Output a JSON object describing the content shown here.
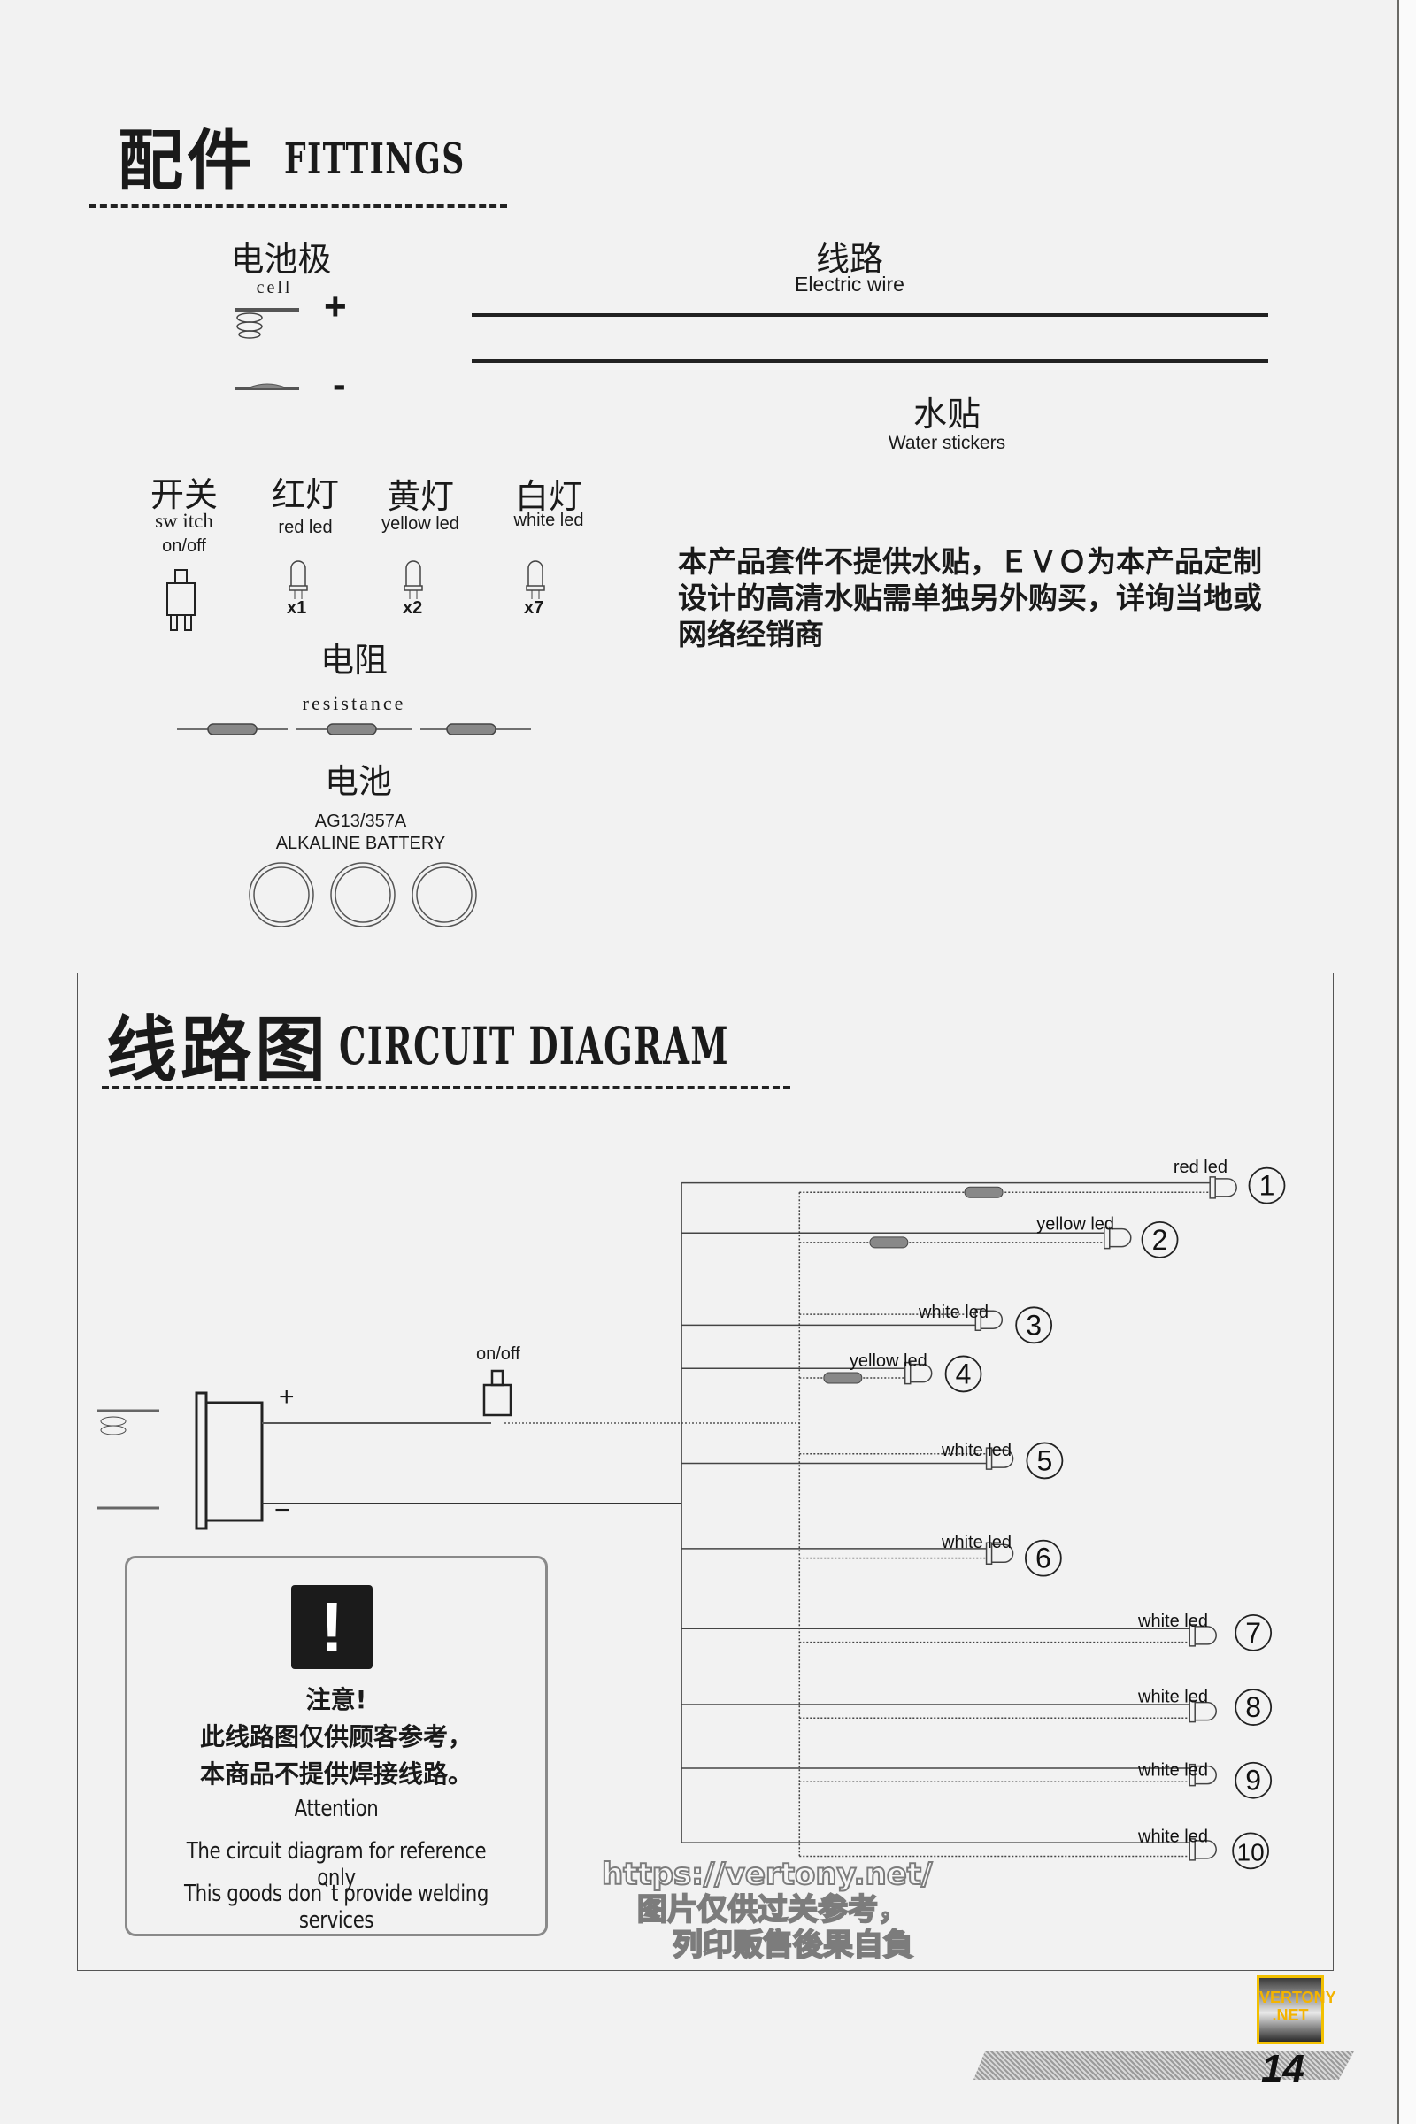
{
  "fittings": {
    "title_cn": "配件",
    "title_en": "FITTINGS",
    "cell": {
      "cn": "电池极",
      "en": "cell",
      "plus": "+",
      "minus": "-"
    },
    "wire": {
      "cn": "线路",
      "en": "Electric wire"
    },
    "stickers": {
      "cn": "水贴",
      "en": "Water stickers"
    },
    "parts": [
      {
        "cn": "开关",
        "en": "sw itch",
        "en2": "on/off"
      },
      {
        "cn": "红灯",
        "en": "red led",
        "qty": "x1"
      },
      {
        "cn": "黄灯",
        "en": "yellow led",
        "qty": "x2"
      },
      {
        "cn": "白灯",
        "en": "white led",
        "qty": "x7"
      }
    ],
    "resistance": {
      "cn": "电阻",
      "en": "resistance"
    },
    "battery": {
      "cn": "电池",
      "model": "AG13/357A",
      "type": "ALKALINE BATTERY"
    },
    "notice": [
      "本产品套件不提供水贴，ＥＶＯ为本产品定制",
      "设计的高清水贴需单独另外购买，详询当地或",
      "网络经销商"
    ]
  },
  "circuit": {
    "title_cn": "线路图",
    "title_en": "CIRCUIT DIAGRAM",
    "plus": "+",
    "minus": "−",
    "switch_label": "on/off",
    "leds": [
      {
        "label": "red led",
        "num": "1",
        "resistor": true
      },
      {
        "label": "yellow led",
        "num": "2",
        "resistor": true
      },
      {
        "label": "white led",
        "num": "3",
        "resistor": false
      },
      {
        "label": "yellow led",
        "num": "4",
        "resistor": true
      },
      {
        "label": "white led",
        "num": "5",
        "resistor": false
      },
      {
        "label": "white led",
        "num": "6",
        "resistor": false
      },
      {
        "label": "white led",
        "num": "7",
        "resistor": false
      },
      {
        "label": "white led",
        "num": "8",
        "resistor": false
      },
      {
        "label": "white led",
        "num": "9",
        "resistor": false
      },
      {
        "label": "white led",
        "num": "10",
        "resistor": false
      }
    ],
    "warning": {
      "icon": "!",
      "cn1": "注意!",
      "cn2": "此线路图仅供顾客参考，",
      "cn3": "本商品不提供焊接线路。",
      "en1": "Attention",
      "en2": "The circuit diagram for reference only",
      "en3": "This goods don`t provide welding services"
    }
  },
  "watermark": {
    "url": "https://vertony.net/",
    "cn1": "图片仅供过关参考，",
    "cn2": "列印贩售後果自負"
  },
  "logo": {
    "line1": "VERTONY",
    "line2": ".NET"
  },
  "page_number": "14"
}
